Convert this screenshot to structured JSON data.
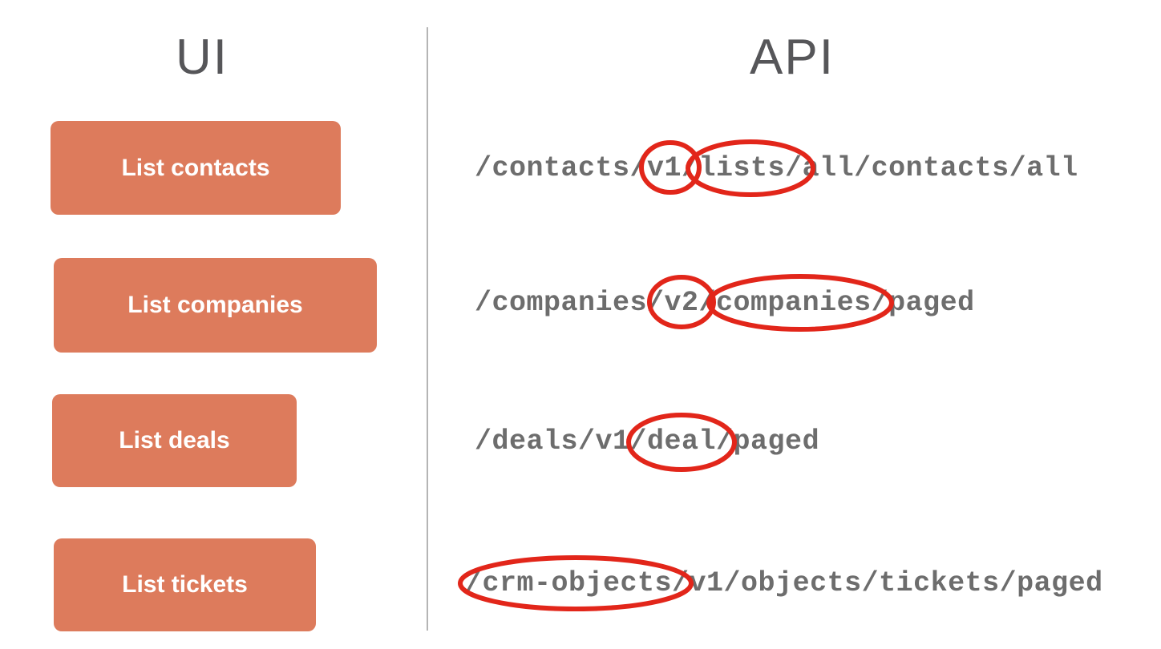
{
  "headers": {
    "ui": "UI",
    "api": "API"
  },
  "colors": {
    "button_bg": "#dd7b5c",
    "button_text": "#ffffff",
    "heading_color": "#565659",
    "api_text": "#6d6d6d",
    "annotation_red": "#e2261a",
    "divider": "#b5b5b5",
    "page_bg": "#ffffff"
  },
  "rows": [
    {
      "button": "List contacts",
      "endpoint": "/contacts/v1/lists/all/contacts/all",
      "circled_parts": [
        "v1",
        "lists/"
      ]
    },
    {
      "button": "List companies",
      "endpoint": "/companies/v2/companies/paged",
      "circled_parts": [
        "v2",
        "companies"
      ]
    },
    {
      "button": "List deals",
      "endpoint": "/deals/v1/deal/paged",
      "circled_parts": [
        "deal"
      ]
    },
    {
      "button": "List tickets",
      "endpoint": "/crm-objects/v1/objects/tickets/paged",
      "circled_parts": [
        "/crm-objects"
      ]
    }
  ]
}
